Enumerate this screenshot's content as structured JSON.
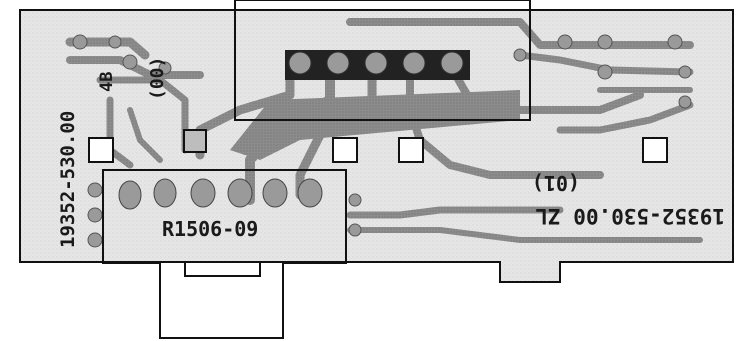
{
  "board": {
    "part_number_vertical": "19352-530.00",
    "part_number_mirrored": "19352-530.00 ZL",
    "connector_label": "R1506-09",
    "revision_left": "(00)",
    "revision_right": "(01)",
    "marking_4b": "4B"
  },
  "colors": {
    "background": "#ffffff",
    "board_fill": "#e8e8e8",
    "trace": "#8a8a8a",
    "pad": "#9a9a9a",
    "outline": "#111111",
    "silkscreen": "#1a1a1a"
  },
  "components": {
    "top_connector_pins": 5,
    "bottom_connector_pins": 6,
    "square_pads": 5
  }
}
